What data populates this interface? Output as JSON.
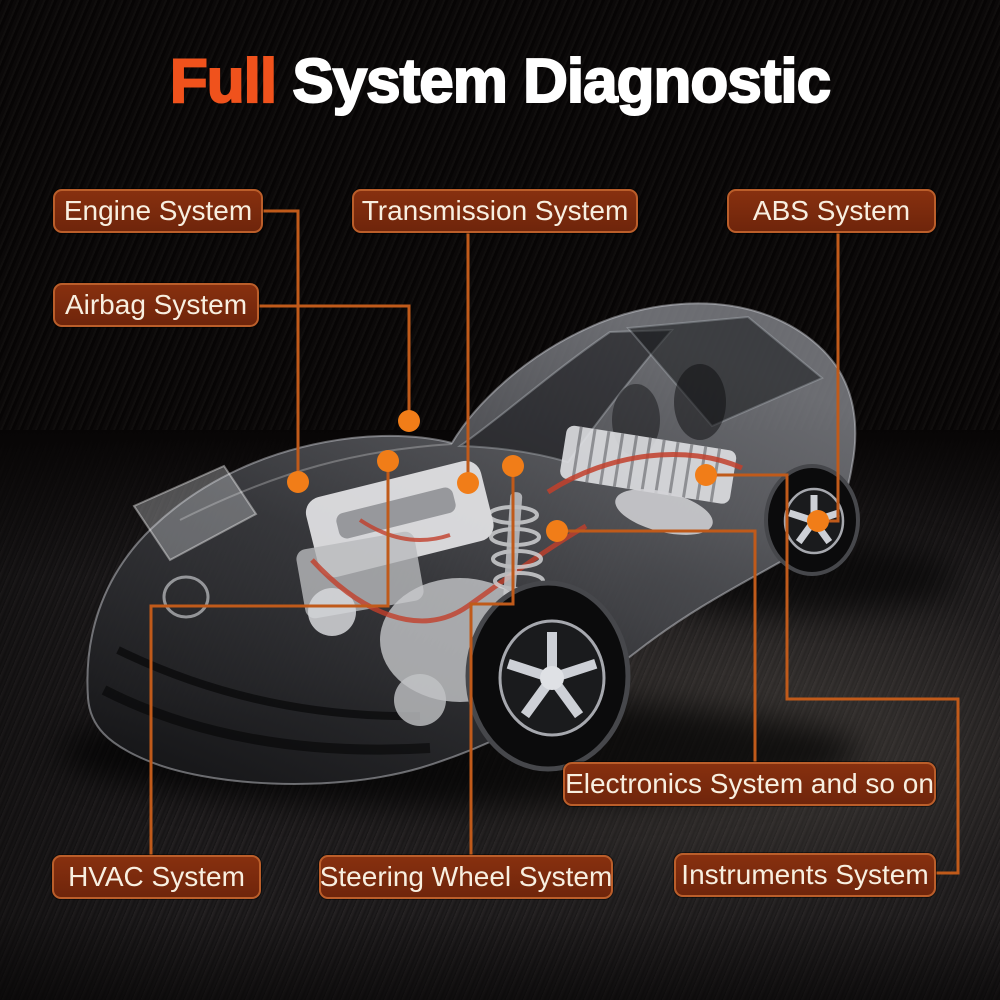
{
  "title": {
    "highlight": "Full",
    "rest": " System Diagnostic"
  },
  "callouts": {
    "engine": {
      "label": "Engine System"
    },
    "transmission": {
      "label": "Transmission System"
    },
    "abs": {
      "label": "ABS System"
    },
    "airbag": {
      "label": "Airbag System"
    },
    "electronics": {
      "label": "Electronics System and so on"
    },
    "hvac": {
      "label": "HVAC System"
    },
    "steering": {
      "label": "Steering Wheel System"
    },
    "instruments": {
      "label": "Instruments System"
    }
  },
  "colors": {
    "background": "#070505",
    "title_highlight": "#f0521c",
    "title_text": "#ffffff",
    "callout_fill": "#7a2a0d",
    "callout_border": "#bb5e2a",
    "callout_text": "#f8efe0",
    "connector_line": "#c05a1a",
    "connector_dot": "#f17d18"
  }
}
